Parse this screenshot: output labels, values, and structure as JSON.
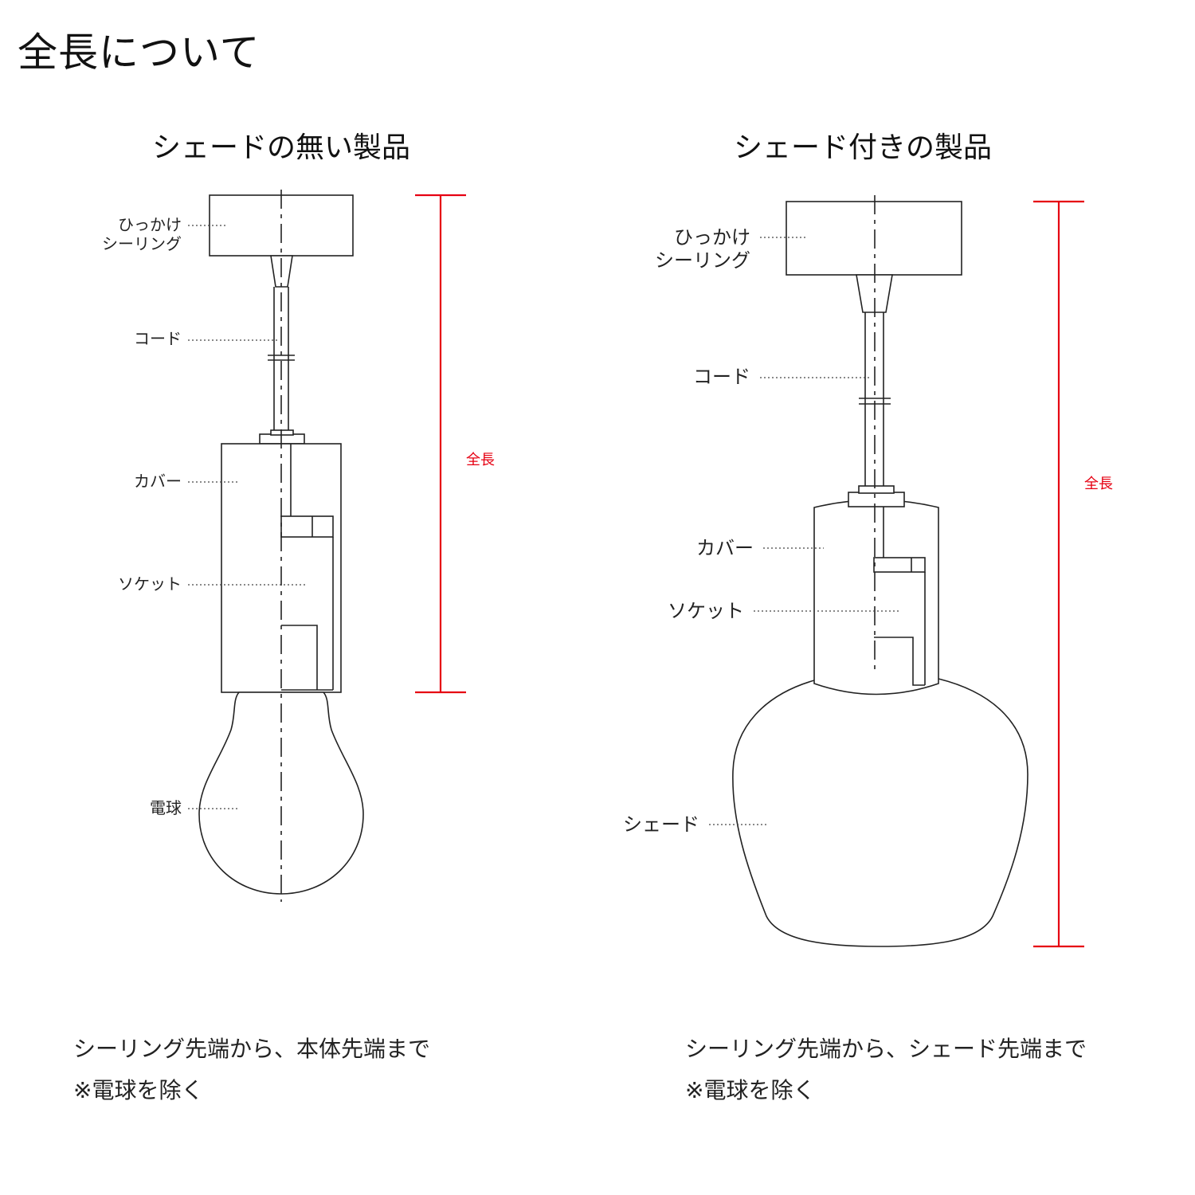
{
  "title": "全長について",
  "left": {
    "heading": "シェードの無い製品",
    "labels": {
      "ceiling_line1": "ひっかけ",
      "ceiling_line2": "シーリング",
      "cord": "コード",
      "cover": "カバー",
      "socket": "ソケット",
      "bulb": "電球"
    },
    "dimension_label": "全長",
    "note_line1": "シーリング先端から、本体先端まで",
    "note_line2": "※電球を除く"
  },
  "right": {
    "heading": "シェード付きの製品",
    "labels": {
      "ceiling_line1": "ひっかけ",
      "ceiling_line2": "シーリング",
      "cord": "コード",
      "cover": "カバー",
      "socket": "ソケット",
      "shade": "シェード"
    },
    "dimension_label": "全長",
    "note_line1": "シーリング先端から、シェード先端まで",
    "note_line2": "※電球を除く"
  },
  "colors": {
    "dimension": "#e60012",
    "line": "#222222"
  }
}
